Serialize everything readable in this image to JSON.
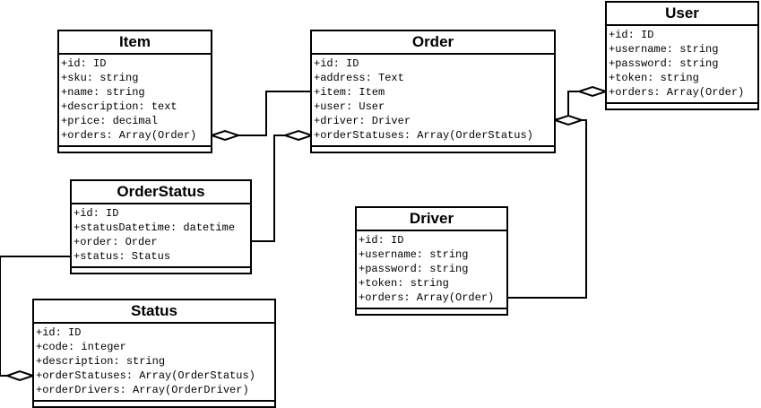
{
  "classes": {
    "item": {
      "name": "Item",
      "attributes": [
        "+id: ID",
        "+sku: string",
        "+name: string",
        "+description: text",
        "+price: decimal",
        "+orders: Array(Order)"
      ]
    },
    "order": {
      "name": "Order",
      "attributes": [
        "+id: ID",
        "+address: Text",
        "+item: Item",
        "+user: User",
        "+driver: Driver",
        "+orderStatuses: Array(OrderStatus)"
      ]
    },
    "user": {
      "name": "User",
      "attributes": [
        "+id: ID",
        "+username: string",
        "+password: string",
        "+token: string",
        "+orders: Array(Order)"
      ]
    },
    "orderstatus": {
      "name": "OrderStatus",
      "attributes": [
        "+id: ID",
        "+statusDatetime: datetime",
        "+order: Order",
        "+status: Status"
      ]
    },
    "driver": {
      "name": "Driver",
      "attributes": [
        "+id: ID",
        "+username: string",
        "+password: string",
        "+token: string",
        "+orders: Array(Order)"
      ]
    },
    "status": {
      "name": "Status",
      "attributes": [
        "+id: ID",
        "+code: integer",
        "+description: string",
        "+orderStatuses: Array(OrderStatus)",
        "+orderDrivers: Array(OrderDriver)"
      ]
    }
  }
}
